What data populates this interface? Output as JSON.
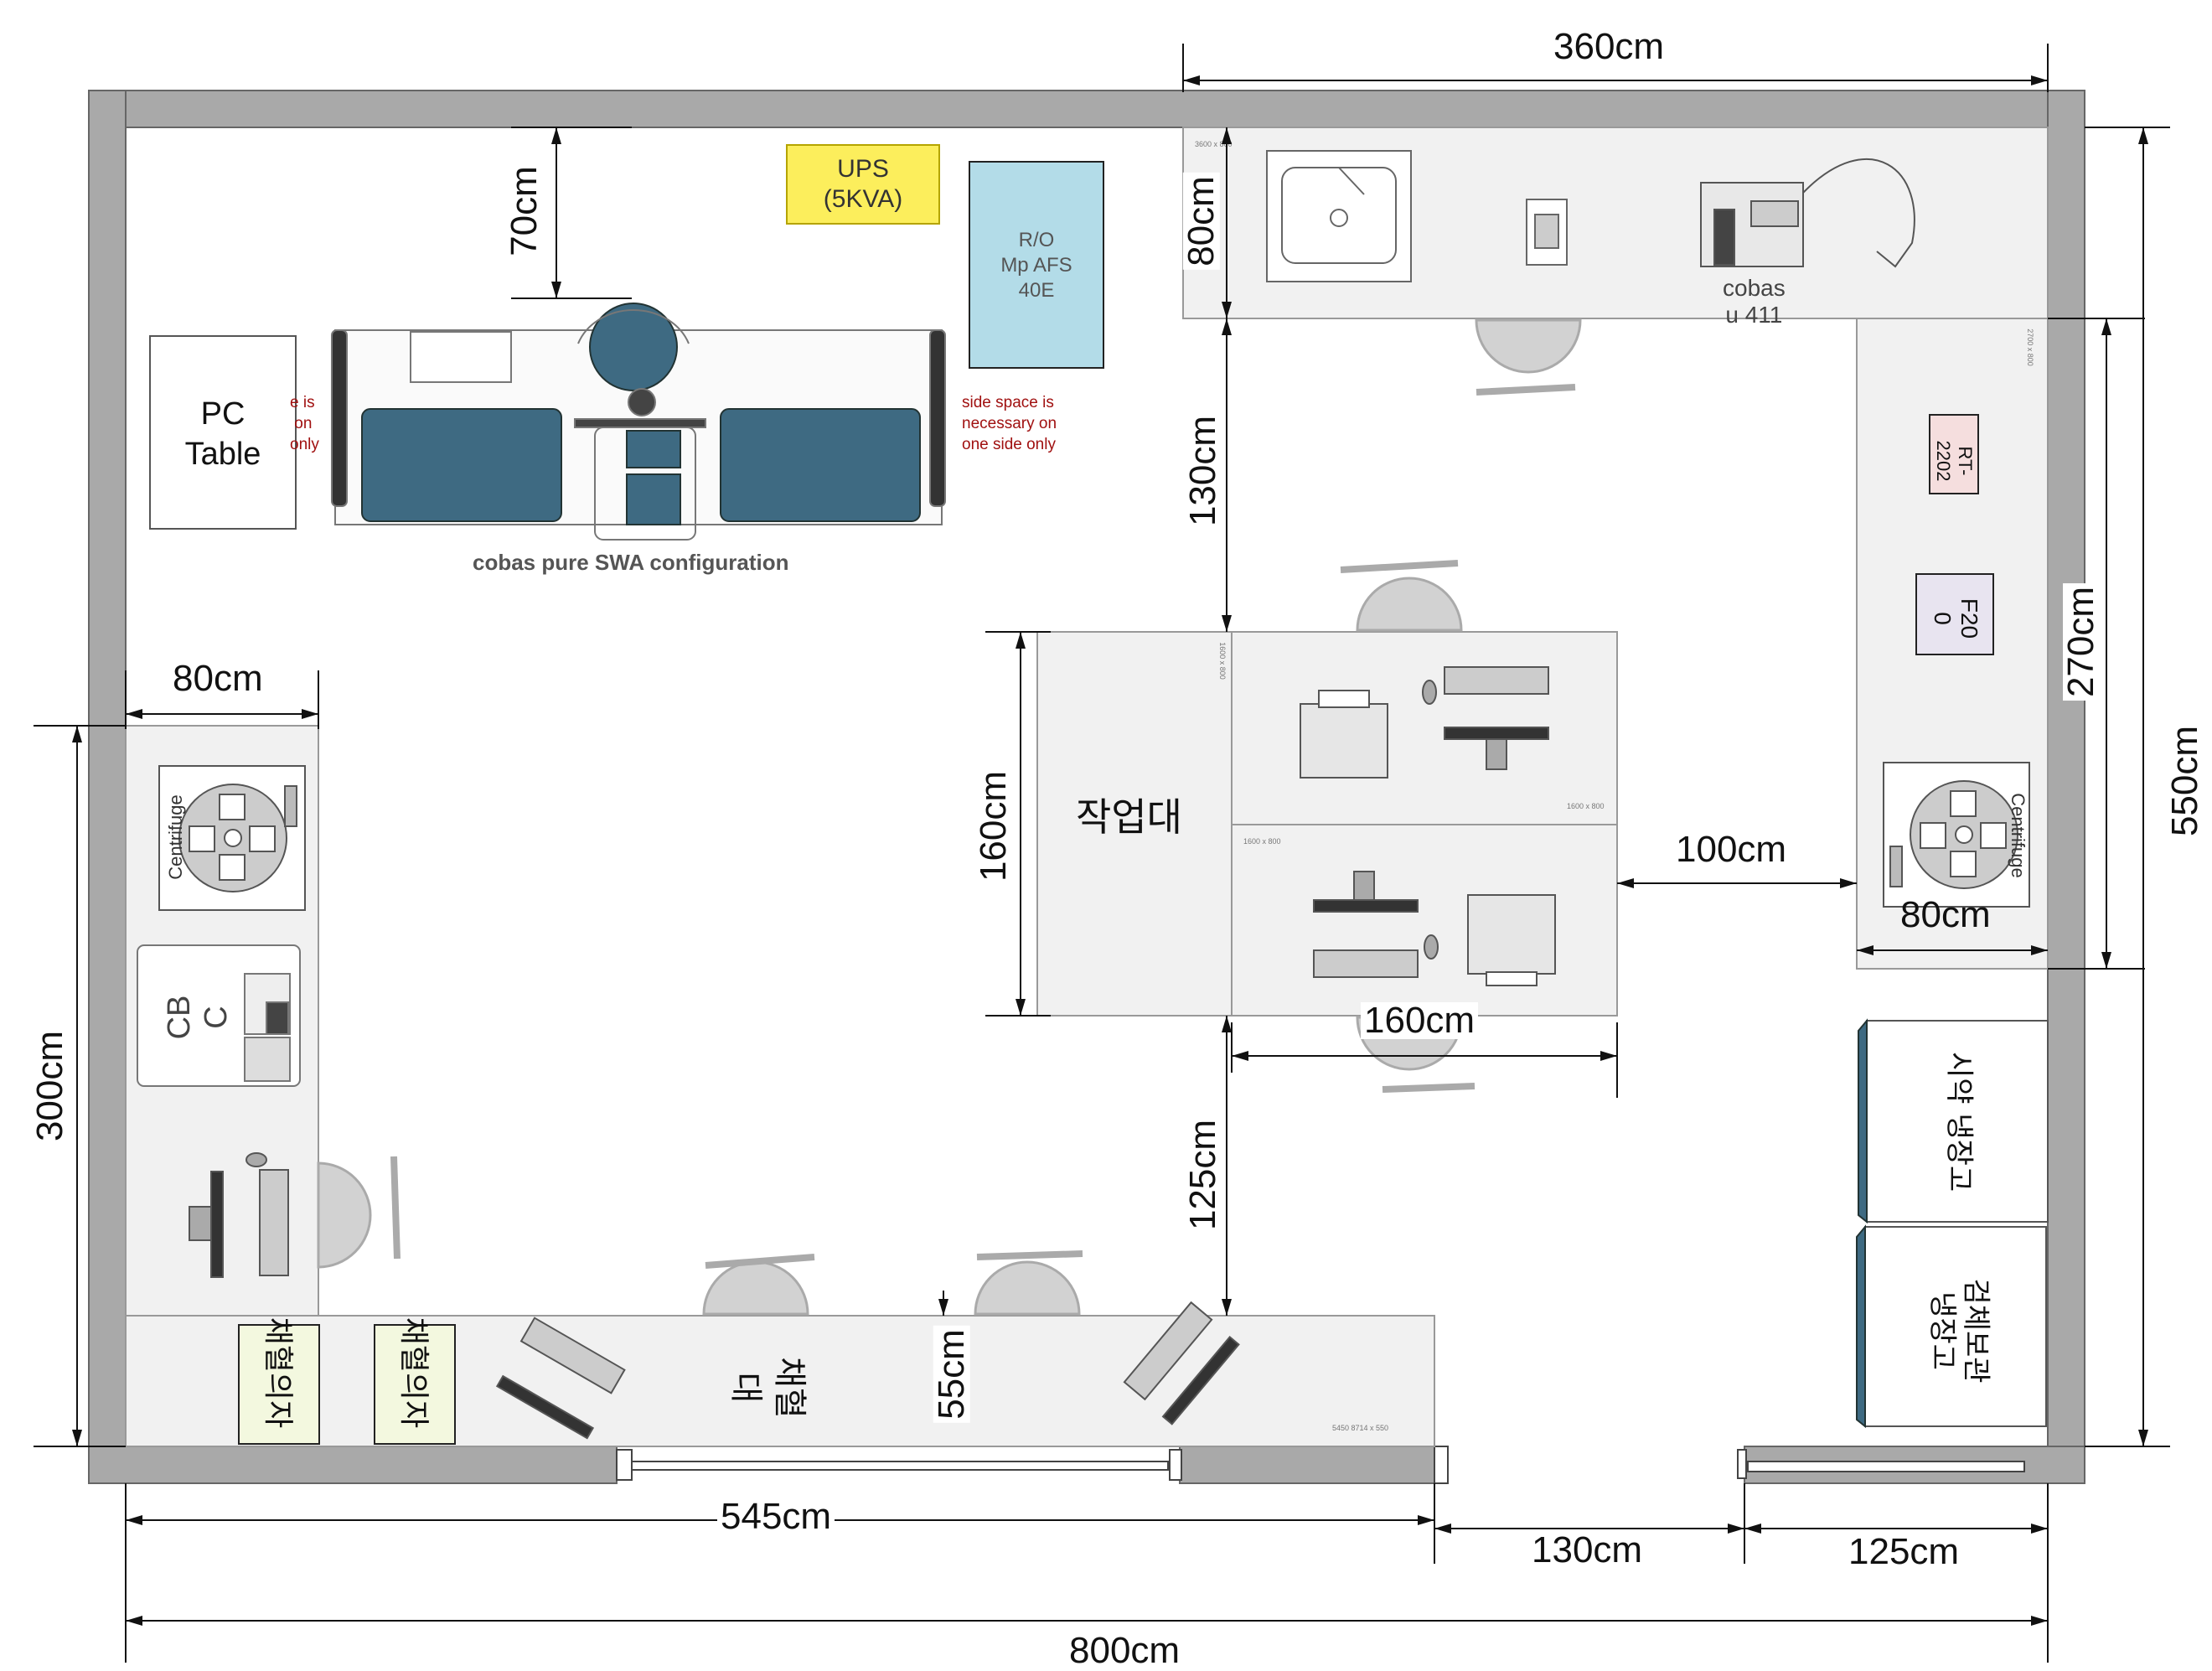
{
  "dimensions": {
    "top_right_width": "360cm",
    "ups_gap": "70cm",
    "bench_depth_top": "80cm",
    "aisle_top": "130cm",
    "left_bench_width": "80cm",
    "left_wall_length": "300cm",
    "workbench_height": "160cm",
    "aisle_right": "100cm",
    "workbench_width": "160cm",
    "aisle_bottom": "125cm",
    "bench_depth_bottom": "55cm",
    "right_bench_width": "80cm",
    "right_bench_length": "270cm",
    "total_height": "550cm",
    "bottom_left_width": "545cm",
    "door_width": "130cm",
    "bottom_right_width": "125cm",
    "total_width": "800cm"
  },
  "equipment": {
    "ups": "UPS\n(5KVA)",
    "ro": "R/O\nMp AFS\n40E",
    "pc_table": "PC\nTable",
    "cobas_pure": "cobas pure SWA configuration",
    "side_space_note": "side space is necessary on one side only",
    "side_space_note_left": "e is\n on\nonly",
    "cobas_u411": "cobas\nu 411",
    "rt2202": "RT-\n2202",
    "f200": "F20\n0",
    "centrifuge_left": "Centrifuge",
    "centrifuge_right": "Centrifuge",
    "cbc": "CB\nC",
    "workbench": "작업대",
    "reagent_fridge": "시약 냉장고",
    "specimen_fridge": "검체보관\n냉장고",
    "blood_draw": "채혈\n대",
    "chair_label_a": "채혈의자",
    "chair_label_b": "채혈의자"
  },
  "tiny_labels": {
    "desk_top": "1600 x 800",
    "desk_mid": "1600 x 800",
    "desk_bottom": "1600 x 800",
    "bench_top": "3600 x 800",
    "bench_right": "2700 x 800",
    "bench_bottom": "5450 8714 x 550"
  },
  "colors": {
    "wall": "#a9a9a9",
    "bench": "#f1f1f1",
    "ups_fill": "#fcee5c",
    "ro_fill": "#b3dce8",
    "analyzer_teal": "#3e6a82",
    "rt_fill": "#f5dede",
    "f200_fill": "#e8e4f0",
    "chair_tag_fill": "#f3f8df",
    "note_red": "#a01010"
  }
}
